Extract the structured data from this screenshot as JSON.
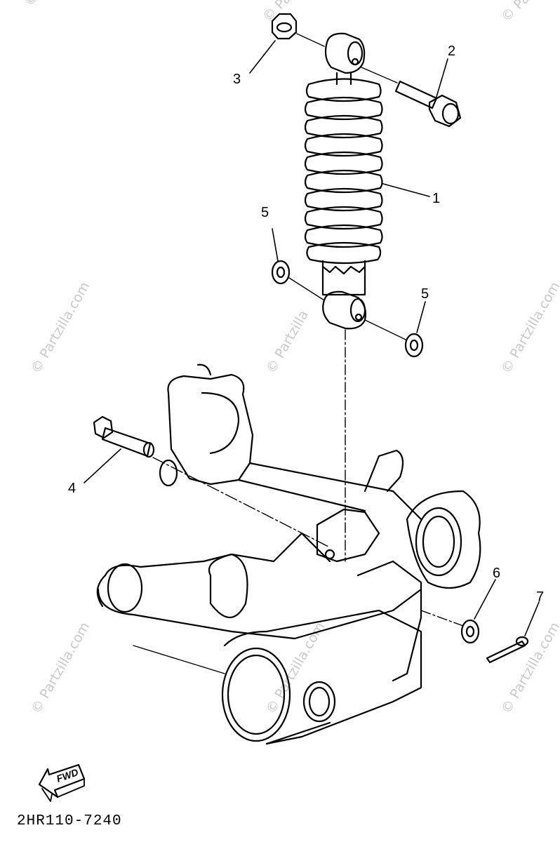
{
  "watermark": {
    "main": "© Partzilla.com",
    "corner": "© Pa",
    "short": "© Partzilla"
  },
  "callouts": [
    {
      "id": "1",
      "label": "1"
    },
    {
      "id": "2",
      "label": "2"
    },
    {
      "id": "3",
      "label": "3"
    },
    {
      "id": "4",
      "label": "4"
    },
    {
      "id": "5a",
      "label": "5"
    },
    {
      "id": "5b",
      "label": "5"
    },
    {
      "id": "6",
      "label": "6"
    },
    {
      "id": "7",
      "label": "7"
    }
  ],
  "direction_arrow": {
    "label": "FWD"
  },
  "diagram_code": "2HR110-7240"
}
